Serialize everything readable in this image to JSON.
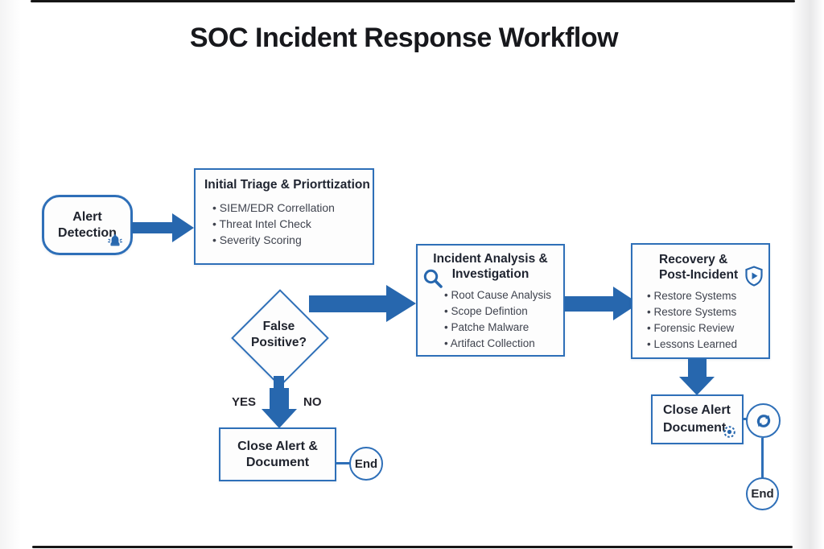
{
  "title": "SOC Incident Response Workflow",
  "colors": {
    "accent_blue": "#2767ae",
    "border_blue": "#2e6fb8",
    "title_text": "#17181c",
    "node_text": "#20242e",
    "bullet_text": "#3f434e"
  },
  "alert": {
    "label": "Alert\nDetection",
    "icon": "alarm-bell-icon"
  },
  "triage": {
    "title": "Initial Triage & Priorttization",
    "bullets": [
      "SIEM/EDR Correllation",
      "Threat Intel Check",
      "Severity Scoring"
    ]
  },
  "decision": {
    "label": "False\nPositive?",
    "yes": "YES",
    "no": "NO"
  },
  "close_center": {
    "label": "Close Alert &\nDocument"
  },
  "end_center": {
    "label": "End"
  },
  "incident": {
    "title": "Incident Analysis &\nInvestigation",
    "icon": "magnifier-icon",
    "bullets": [
      "Root Cause Analysis",
      "Scope Defintion",
      "Patche Malware",
      "Artifact Collection"
    ]
  },
  "recovery": {
    "title": "Recovery &\nPost-Incident",
    "icon": "shield-icon",
    "bullets": [
      "Restore Systems",
      "Restore Systems",
      "Forensic Review",
      "Lessons Learned"
    ]
  },
  "close_right": {
    "label": "Close Alert\nDocument",
    "icon": "dotted-target-icon"
  },
  "loop": {
    "icon": "refresh-icon"
  },
  "end_right": {
    "label": "End"
  }
}
